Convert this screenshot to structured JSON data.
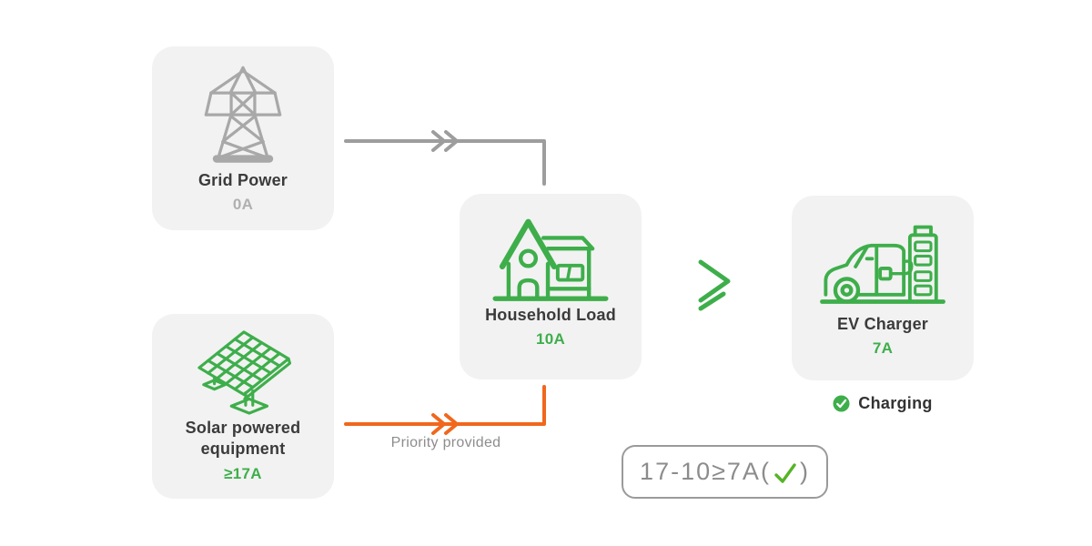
{
  "colors": {
    "green": "#3EAE4B",
    "orange": "#F1671D",
    "arrow_gray": "#9D9D9D",
    "icon_gray": "#A8A8A8",
    "card_bg": "#F2F2F2",
    "title_text": "#3B3B3B",
    "muted_text": "#8D8D8D",
    "value_gray": "#AFAFAF",
    "check_green": "#55B427"
  },
  "cards": {
    "grid": {
      "title": "Grid Power",
      "value": "0A",
      "icon": "transmission-tower-icon"
    },
    "solar": {
      "title": "Solar powered equipment",
      "value": "≥17A",
      "icon": "solar-panel-icon"
    },
    "household": {
      "title": "Household Load",
      "value": "10A",
      "icon": "house-icon"
    },
    "ev": {
      "title": "EV Charger",
      "value": "7A",
      "icon": "ev-car-charging-icon"
    }
  },
  "labels": {
    "priority": "Priority provided",
    "charging": "Charging",
    "comparator": "≥"
  },
  "formula": {
    "expression": "17-10≥7A(",
    "check": "✓",
    "close": ")"
  }
}
